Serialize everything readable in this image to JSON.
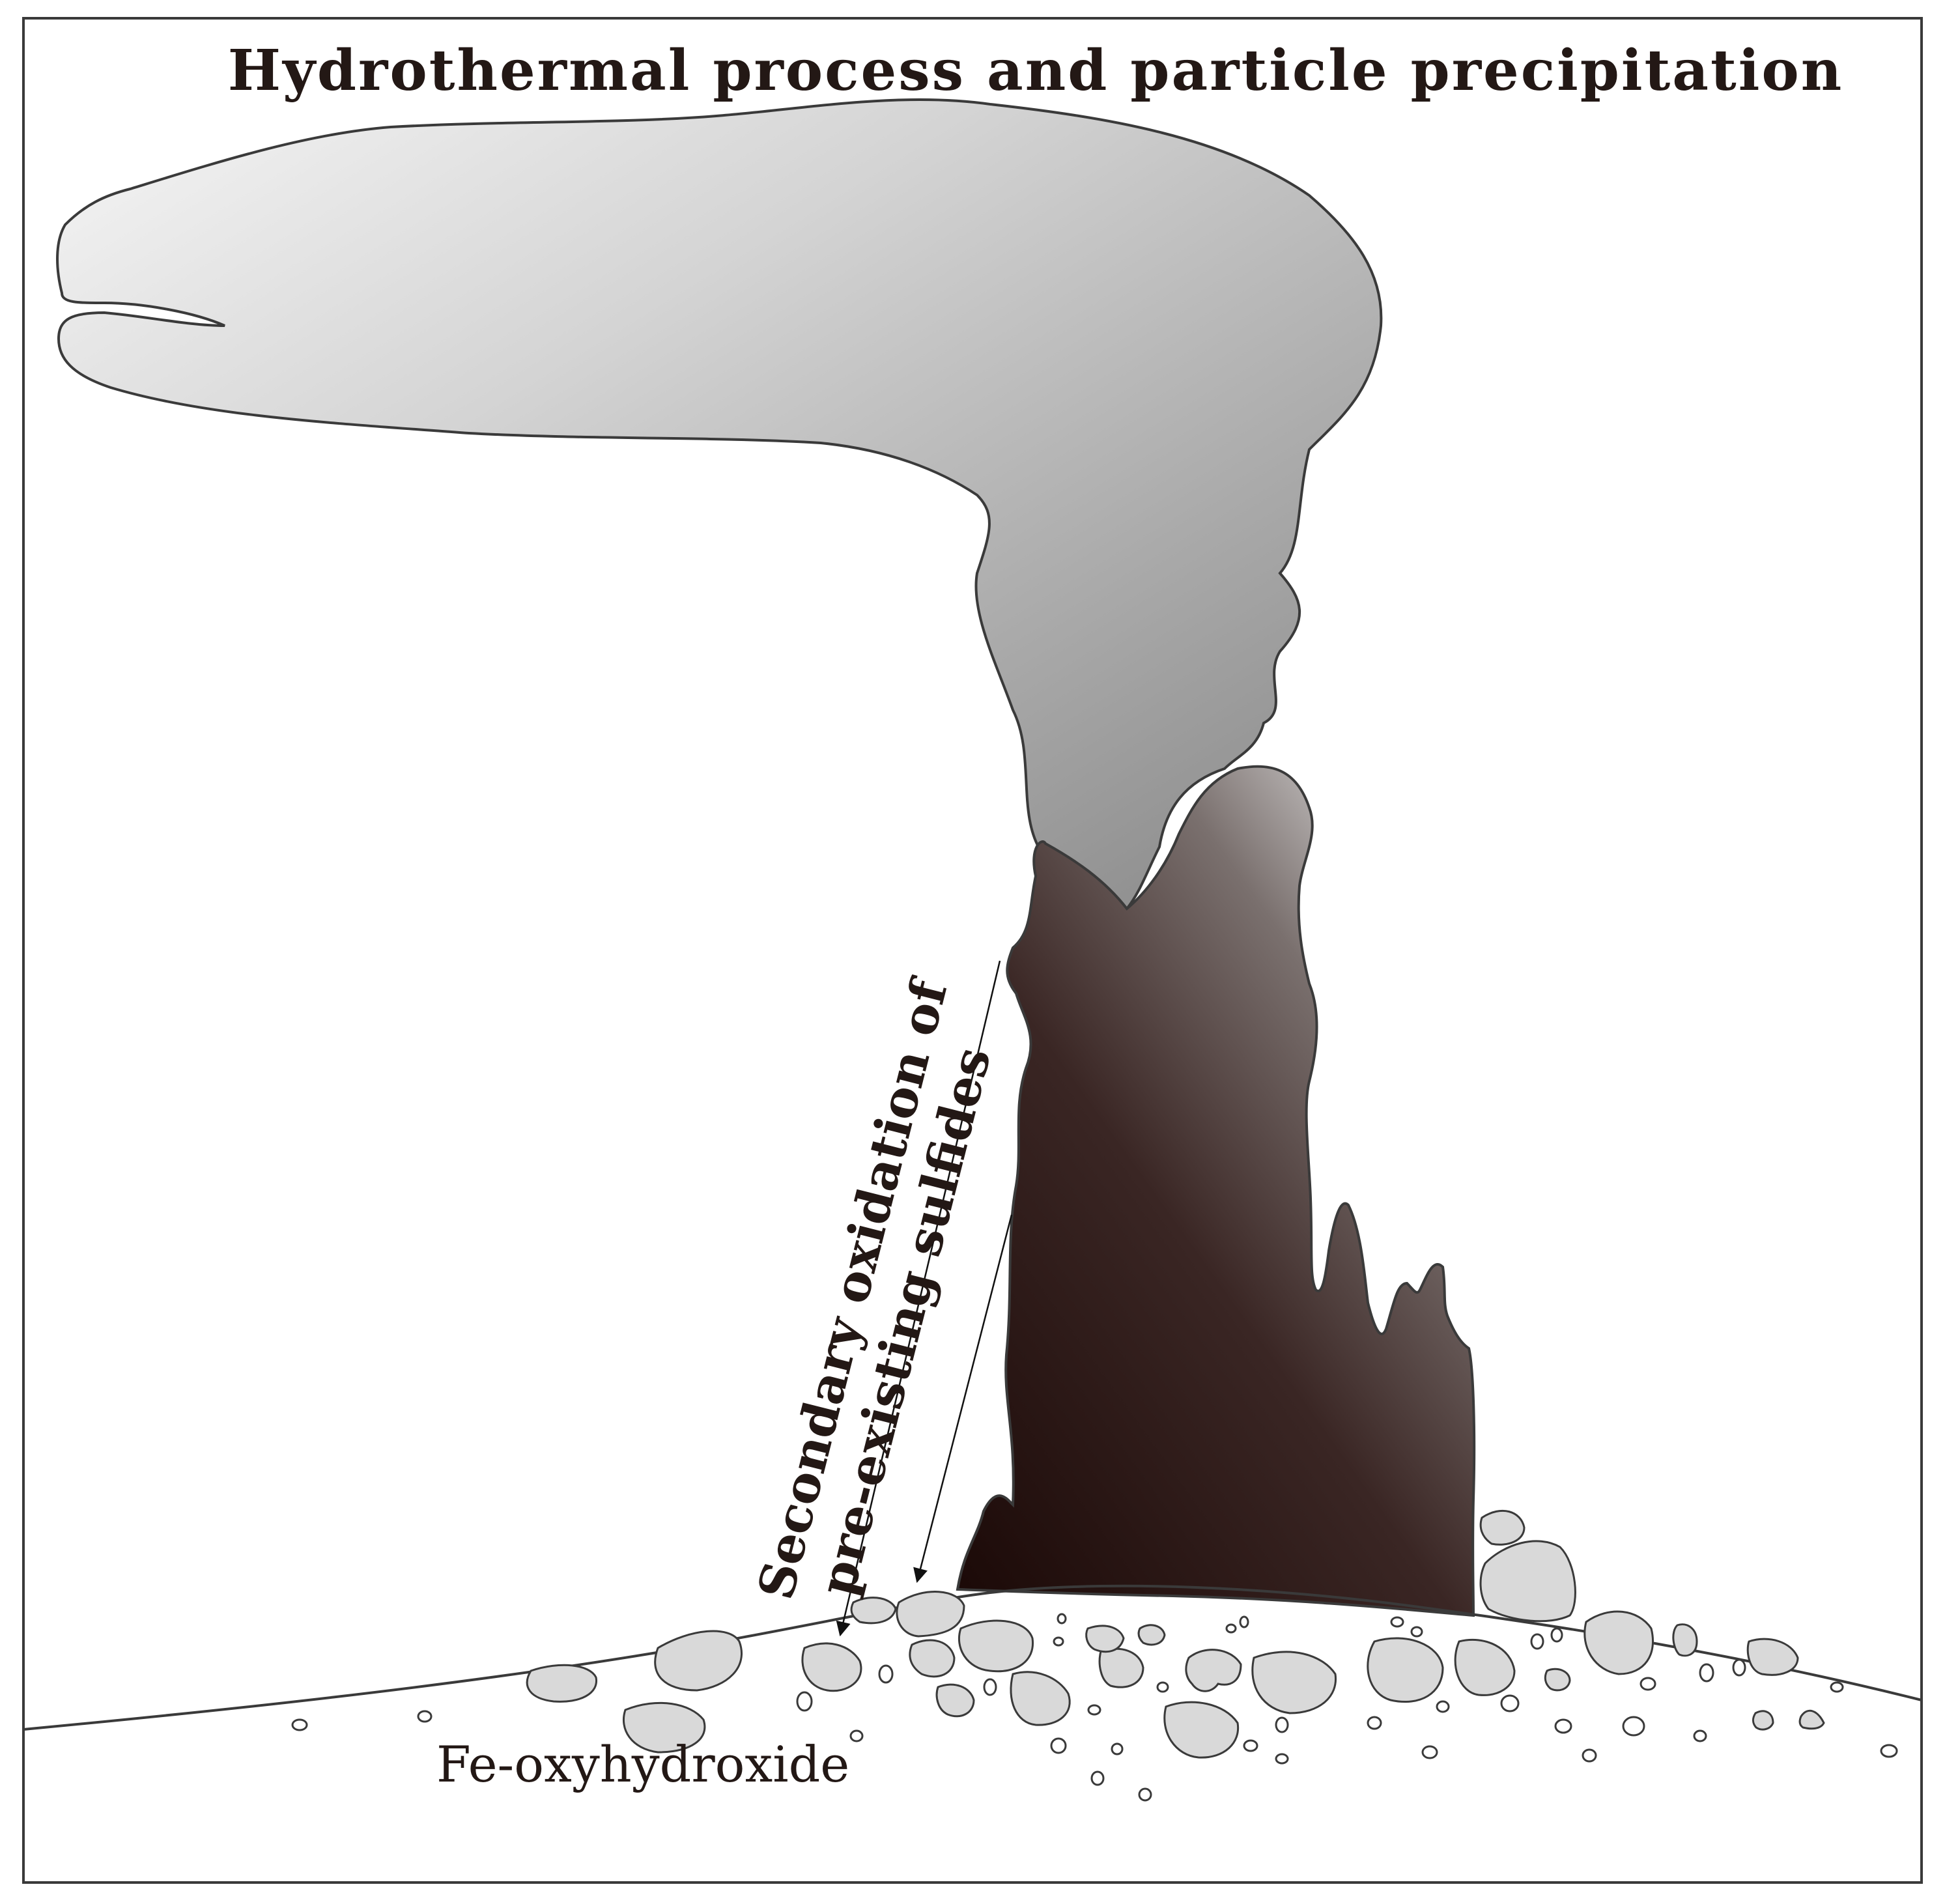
{
  "title": "Hydrothermal process and particle precipitation",
  "labels": {
    "arrow_label_line1": "Secondary oxidation of",
    "arrow_label_line2": "pre-existing sulfides",
    "bottom_label": "Fe-oxyhydroxide"
  },
  "colors": {
    "plume_light": "#f4f4f4",
    "plume_dark": "#8a8a8a",
    "chimney_dark": "#1e0c0a",
    "chimney_light": "#d9d9d9",
    "pebble_fill": "#d9d9d9",
    "outline": "#3a3a3a",
    "text": "#231815"
  }
}
